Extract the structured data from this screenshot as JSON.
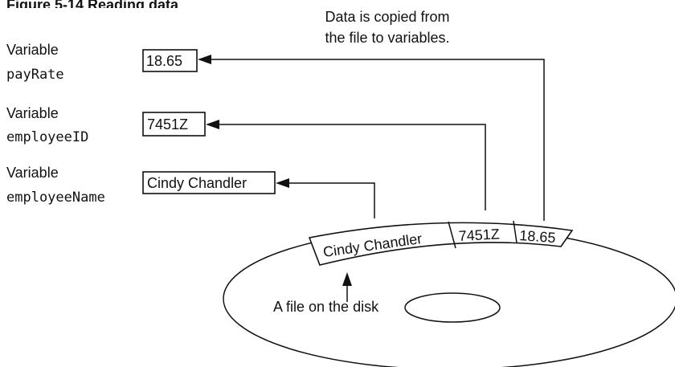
{
  "header_fragment": "Figure 5-14 Reading data",
  "caption": {
    "line1": "Data is copied from",
    "line2": "the file to variables."
  },
  "variables": [
    {
      "kind_label": "Variable",
      "name": "payRate",
      "value": "18.65"
    },
    {
      "kind_label": "Variable",
      "name": "employeeID",
      "value": "7451Z"
    },
    {
      "kind_label": "Variable",
      "name": "employeeName",
      "value": "Cindy Chandler"
    }
  ],
  "file_record": {
    "fields": [
      "Cindy Chandler",
      "7451Z",
      "18.65"
    ]
  },
  "disk_label": "A file on the disk",
  "colors": {
    "ink": "#111111",
    "background": "#ffffff"
  }
}
